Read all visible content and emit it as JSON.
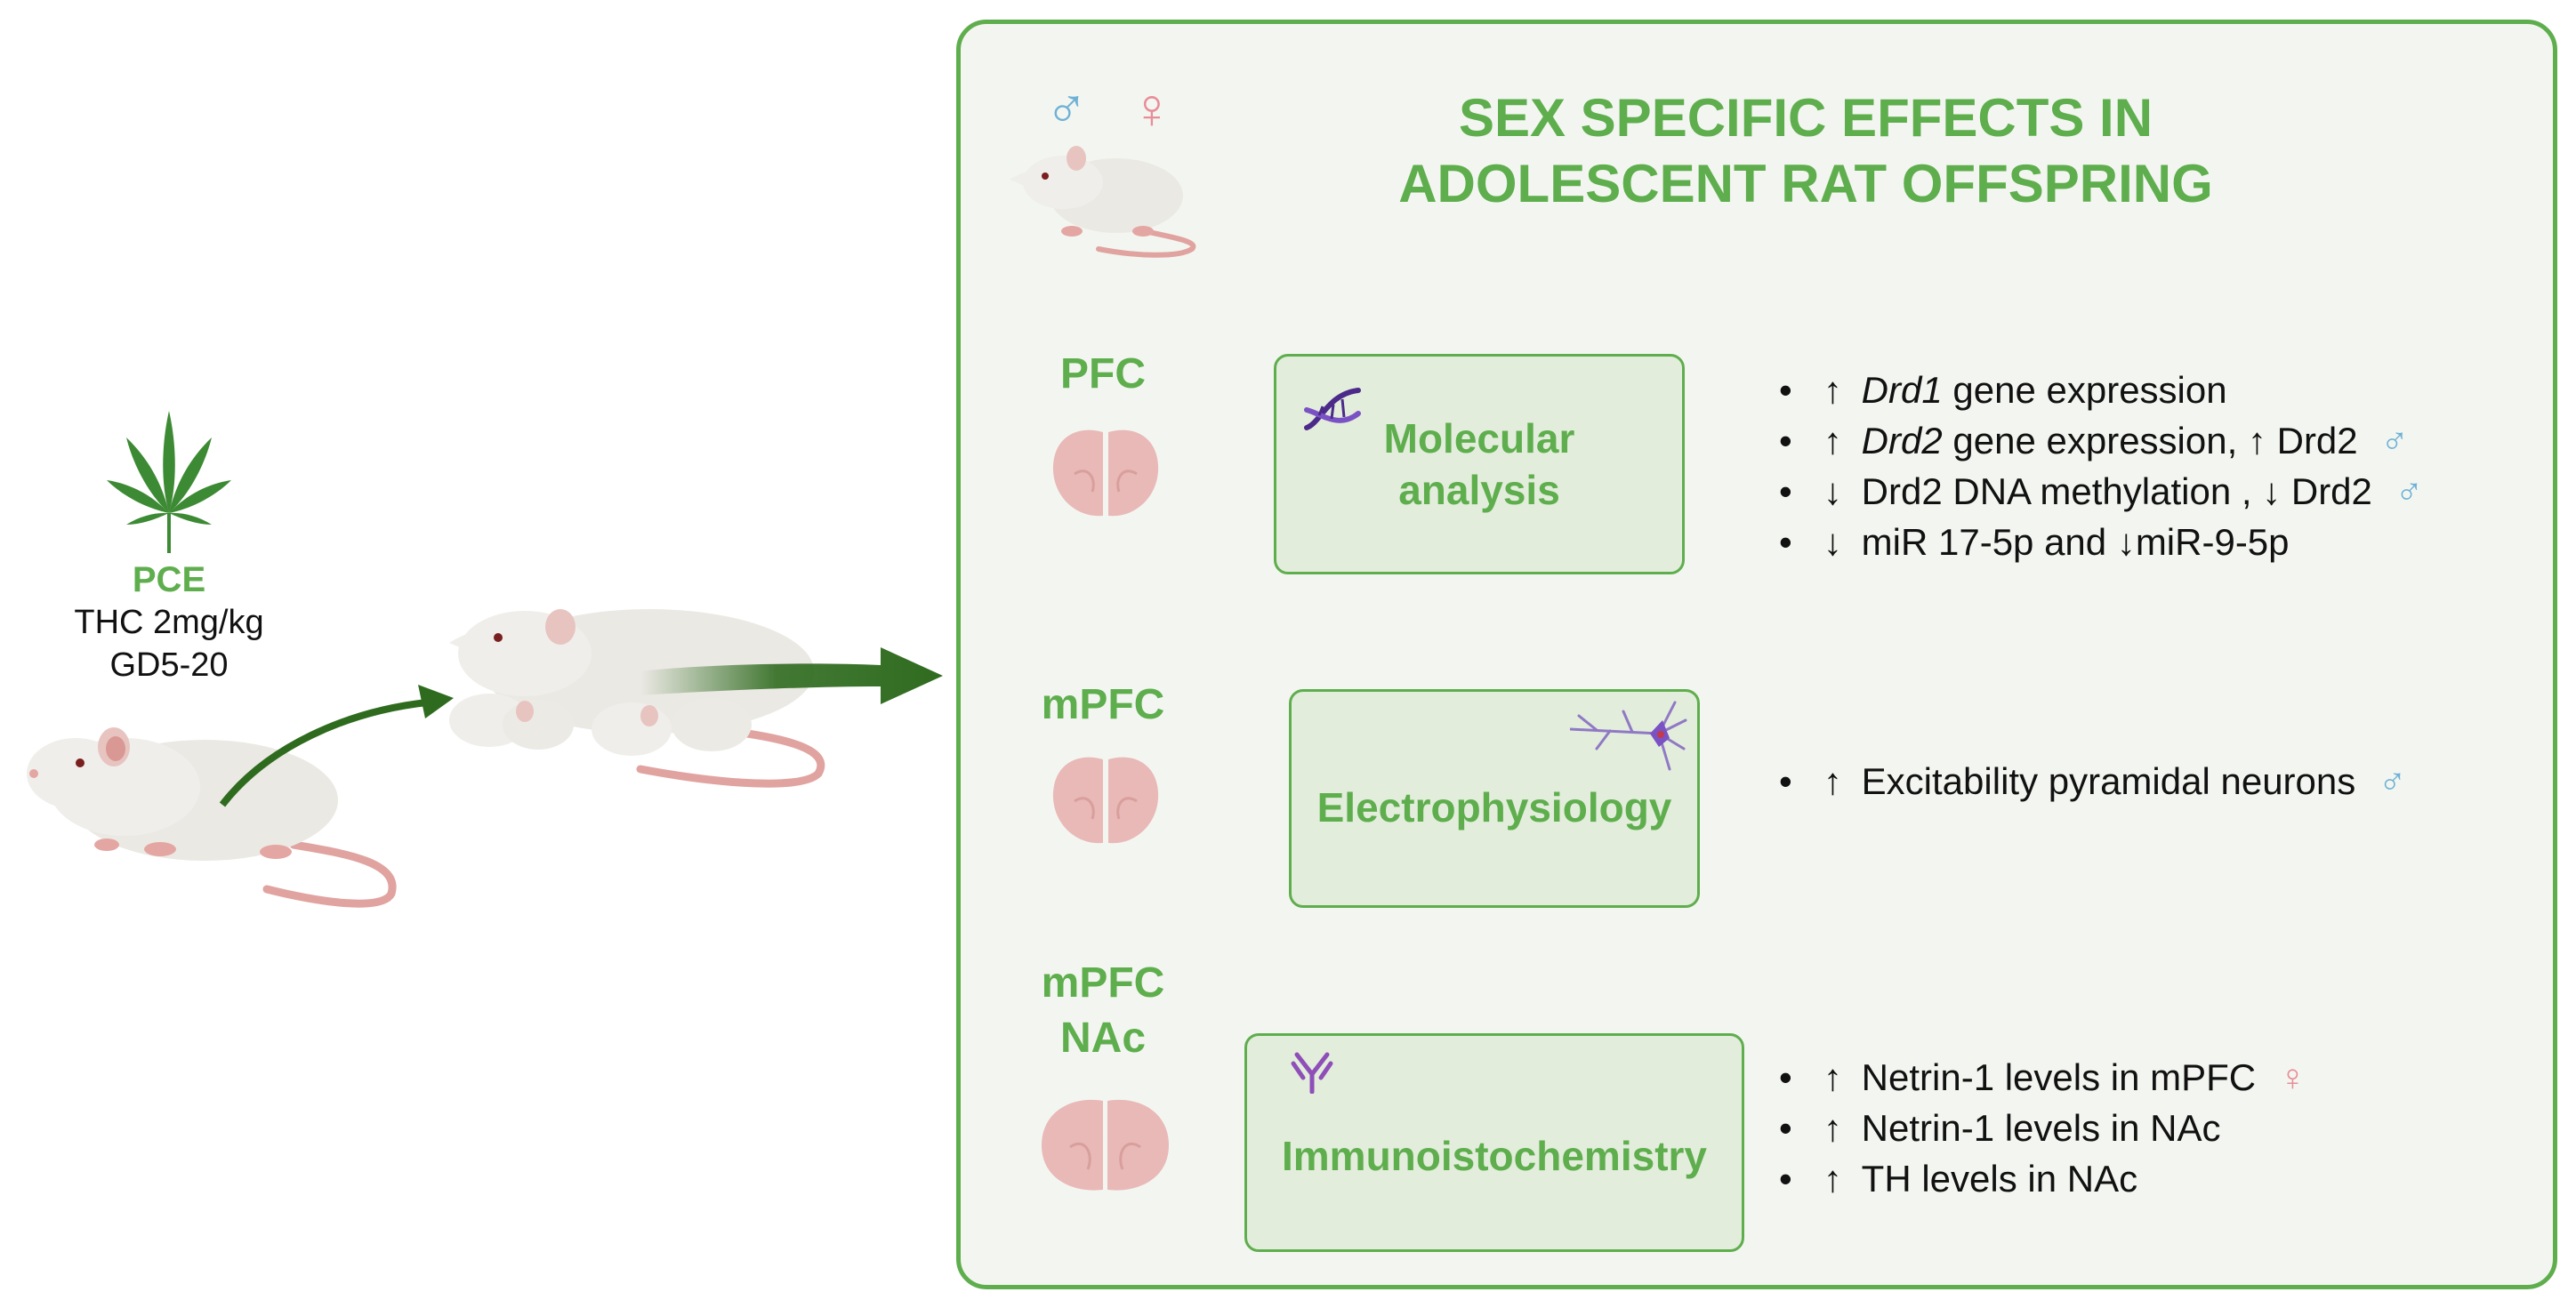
{
  "left": {
    "pce_title": "PCE",
    "pce_dose": "THC 2mg/kg",
    "pce_window": "GD5-20"
  },
  "panel": {
    "title_line1": "SEX SPECIFIC EFFECTS IN",
    "title_line2": "ADOLESCENT RAT OFFSPRING",
    "male_symbol": "♂",
    "female_symbol": "♀",
    "sections": [
      {
        "region_line1": "PFC",
        "region_line2": "",
        "method_line1": "Molecular",
        "method_line2": "analysis",
        "icon": "dna-icon",
        "findings": [
          {
            "arrow": "↑",
            "italic": "Drd1",
            "text": " gene expression",
            "sex": ""
          },
          {
            "arrow": "↑",
            "italic": "Drd2",
            "text": " gene expression, ↑ Drd2",
            "sex": "♂"
          },
          {
            "arrow": "↓",
            "italic": "",
            "text": "Drd2 DNA methylation , ↓ Drd2",
            "sex": "♂"
          },
          {
            "arrow": "↓",
            "italic": "",
            "text": "miR 17-5p and ↓miR-9-5p",
            "sex": ""
          }
        ]
      },
      {
        "region_line1": "mPFC",
        "region_line2": "",
        "method_line1": "Electrophysiology",
        "method_line2": "",
        "icon": "neuron-icon",
        "findings": [
          {
            "arrow": "↑",
            "italic": "",
            "text": "Excitability pyramidal neurons",
            "sex": "♂"
          }
        ]
      },
      {
        "region_line1": "mPFC",
        "region_line2": "NAc",
        "method_line1": "Immunoistochemistry",
        "method_line2": "",
        "icon": "antibody-icon",
        "findings": [
          {
            "arrow": "↑",
            "italic": "",
            "text": "Netrin-1 levels in mPFC",
            "sex": "♀"
          },
          {
            "arrow": "↑",
            "italic": "",
            "text": "Netrin-1 levels in NAc",
            "sex": ""
          },
          {
            "arrow": "↑",
            "italic": "",
            "text": "TH levels in NAc",
            "sex": ""
          }
        ]
      }
    ]
  },
  "colors": {
    "accent_green": "#5fae4e",
    "arrow_green": "#2f6b1f",
    "male_blue": "#6fb1d6",
    "female_pink": "#e88e99",
    "brain_pink": "#e9b9b7",
    "panel_bg": "#f3f6f0",
    "method_bg": "#e3eddc"
  }
}
